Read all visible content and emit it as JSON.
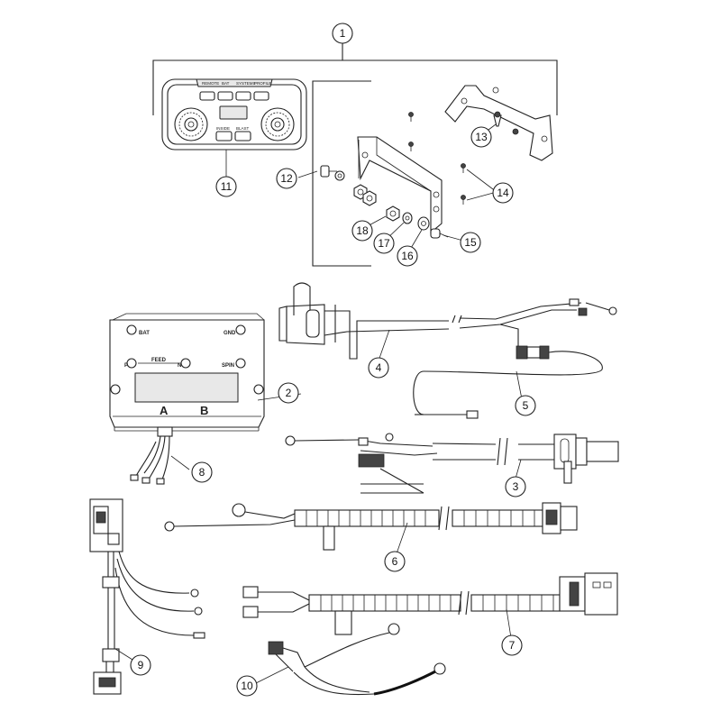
{
  "callouts": [
    "1",
    "2",
    "3",
    "4",
    "5",
    "6",
    "7",
    "8",
    "9",
    "10",
    "11",
    "12",
    "13",
    "14",
    "15",
    "16",
    "17",
    "18"
  ],
  "controller_buttons": [
    "REMOTE",
    "BAT",
    "SYSTEMS",
    "PROFILE"
  ],
  "controller_labels": [
    "INSIDE",
    "BLAST"
  ],
  "module_labels": {
    "bat": "BAT",
    "gnd": "GND",
    "p": "P",
    "feed": "FEED",
    "n": "N",
    "spin": "SPIN",
    "a": "A",
    "b": "B"
  }
}
